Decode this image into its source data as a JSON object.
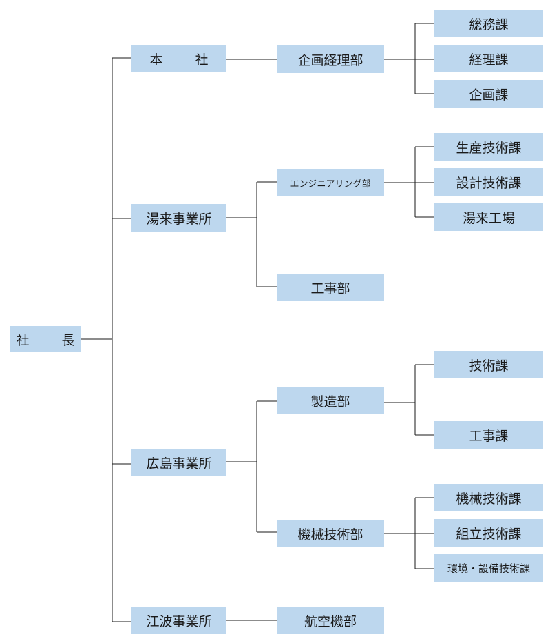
{
  "chart": {
    "root": "社　長",
    "offices": {
      "honsha": "本　社",
      "yunoki": "湯来事業所",
      "hiroshima": "広島事業所",
      "enami": "江波事業所"
    },
    "departments": {
      "kikaku_keiri": "企画経理部",
      "engineering": "エンジニアリング部",
      "kouji": "工事部",
      "seizou": "製造部",
      "kikai_gijutsu": "機械技術部",
      "koukuu_kiki": "航空機部"
    },
    "sections": {
      "soumu": "総務課",
      "keiri": "経理課",
      "kikaku": "企画課",
      "seisan_gijutsu": "生産技術課",
      "sekkei_gijutsu": "設計技術課",
      "yunoki_koujou": "湯来工場",
      "gijutsu": "技術課",
      "kouji_ka": "工事課",
      "kikai_gijutsu_ka": "機械技術課",
      "kumitate_gijutsu": "組立技術課",
      "kankyou_setsubi": "環境・設備技術課"
    }
  }
}
